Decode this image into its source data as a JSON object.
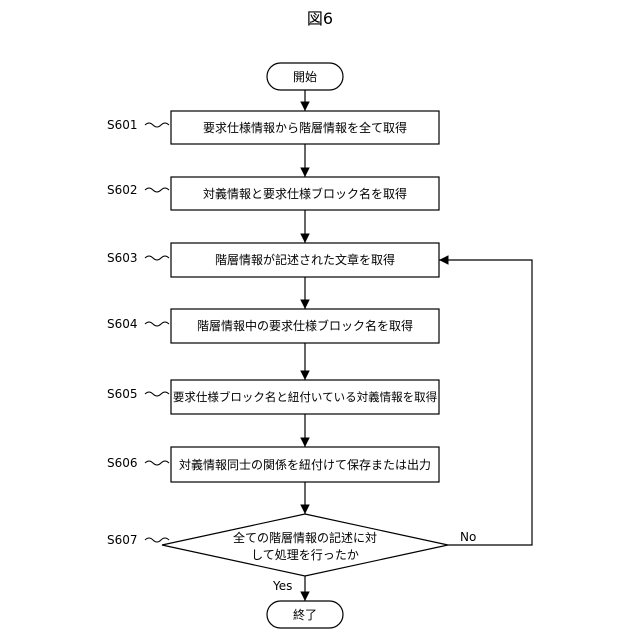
{
  "figure_title": "図6",
  "start_label": "開始",
  "end_label": "終了",
  "steps": [
    {
      "id": "S601",
      "text": "要求仕様情報から階層情報を全て取得"
    },
    {
      "id": "S602",
      "text": "対義情報と要求仕様ブロック名を取得"
    },
    {
      "id": "S603",
      "text": "階層情報が記述された文章を取得"
    },
    {
      "id": "S604",
      "text": "階層情報中の要求仕様ブロック名を取得"
    },
    {
      "id": "S605",
      "text": "要求仕様ブロック名と紐付いている対義情報を取得"
    },
    {
      "id": "S606",
      "text": "対義情報同士の関係を紐付けて保存または出力"
    }
  ],
  "decision": {
    "id": "S607",
    "line1": "全ての階層情報の記述に対",
    "line2": "して処理を行ったか",
    "no_label": "No",
    "yes_label": "Yes"
  }
}
